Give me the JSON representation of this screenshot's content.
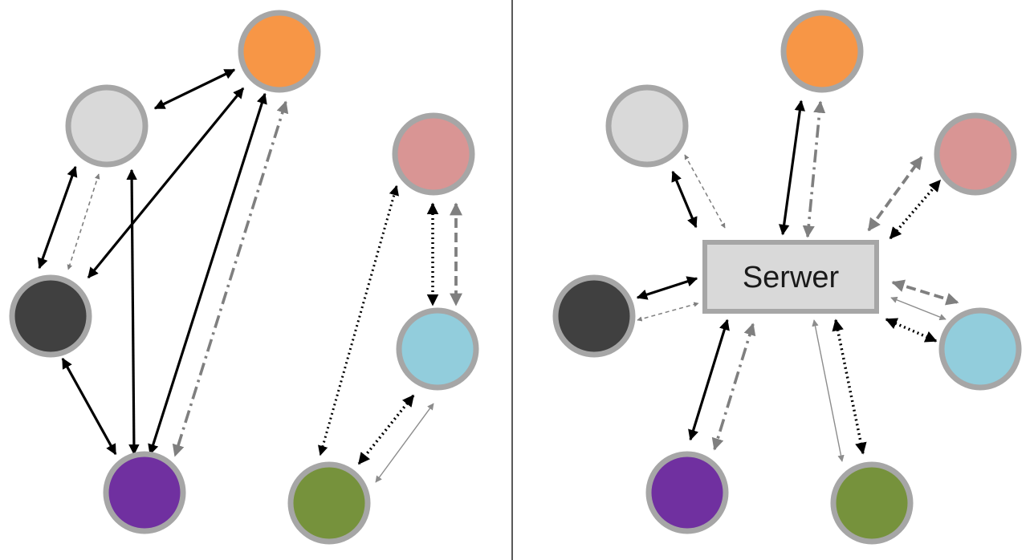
{
  "server": {
    "label": "Serwer"
  },
  "colors": {
    "node_border": "#a6a6a6",
    "server_fill": "#d9d9d9",
    "server_border": "#a6a6a6",
    "black": "#000000",
    "gray_dark": "#7f7f7f",
    "gray_light": "#8c8c8c",
    "divider": "#000000"
  },
  "left_diagram": {
    "description_none": "",
    "nodes": [
      {
        "id": "orange",
        "color": "#f79646"
      },
      {
        "id": "lightgray",
        "color": "#d9d9d9"
      },
      {
        "id": "pink",
        "color": "#d99594"
      },
      {
        "id": "darkgray",
        "color": "#404040"
      },
      {
        "id": "blue",
        "color": "#92cddc"
      },
      {
        "id": "purple",
        "color": "#7030a0"
      },
      {
        "id": "green",
        "color": "#76923c"
      }
    ]
  },
  "right_diagram": {
    "nodes": [
      {
        "id": "orange",
        "color": "#f79646"
      },
      {
        "id": "lightgray",
        "color": "#d9d9d9"
      },
      {
        "id": "pink",
        "color": "#d99594"
      },
      {
        "id": "darkgray",
        "color": "#404040"
      },
      {
        "id": "blue",
        "color": "#92cddc"
      },
      {
        "id": "purple",
        "color": "#7030a0"
      },
      {
        "id": "green",
        "color": "#76923c"
      }
    ]
  }
}
